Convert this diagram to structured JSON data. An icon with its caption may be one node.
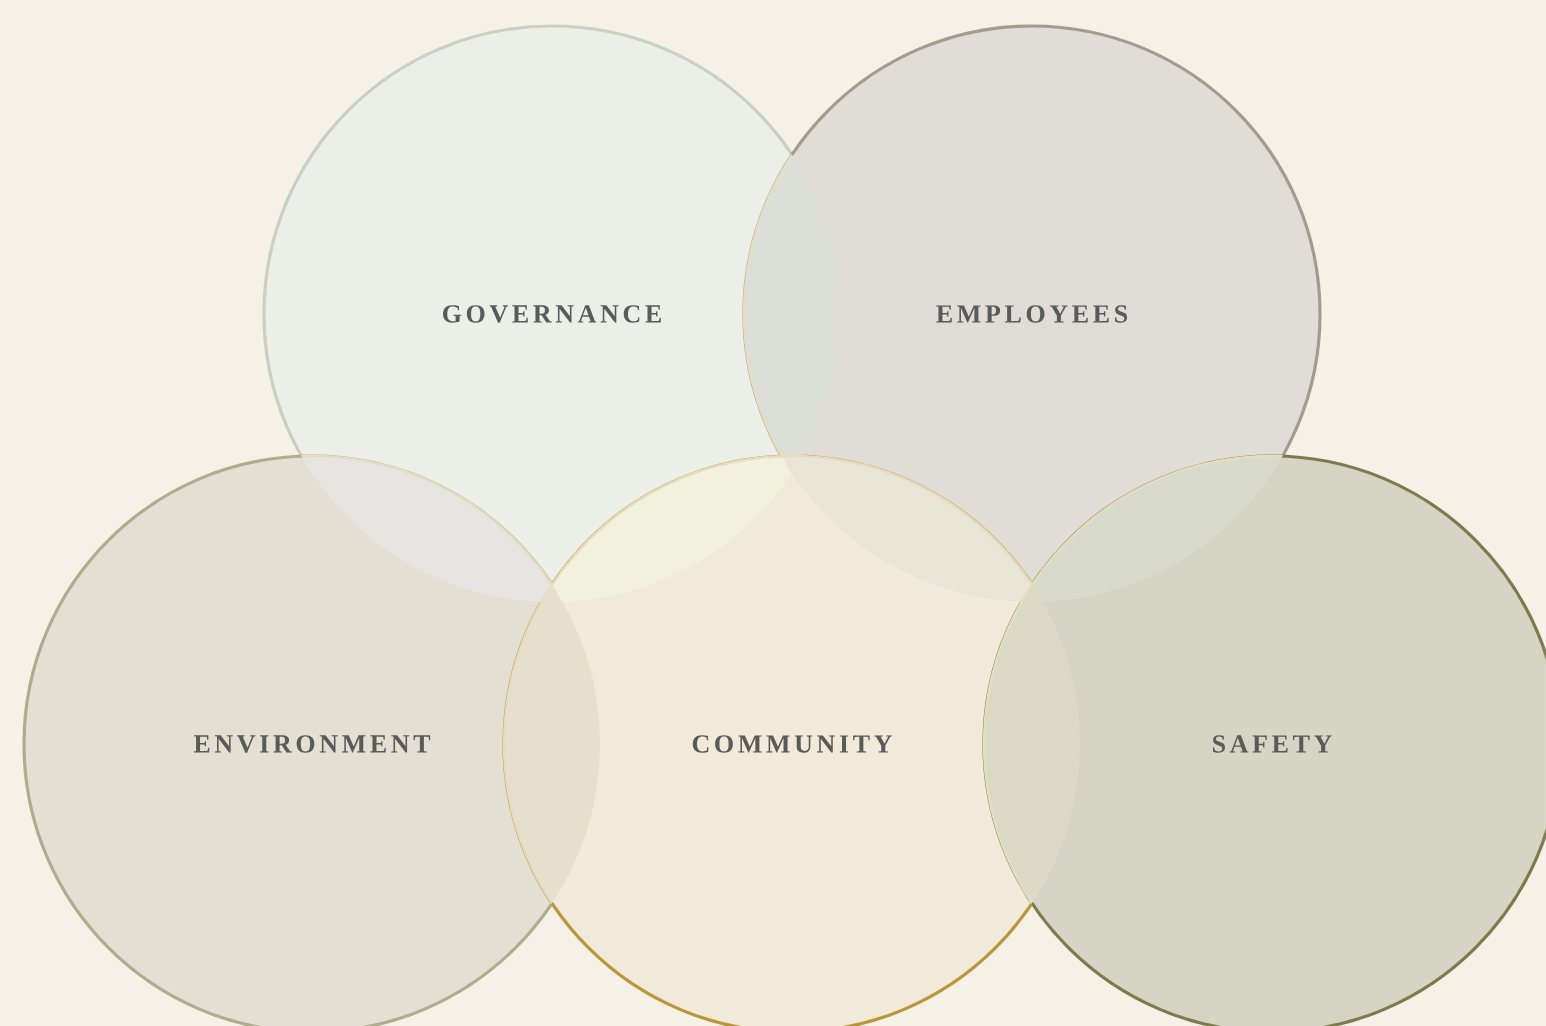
{
  "diagram": {
    "nodes": [
      {
        "text": [
          "GOVERNANCE"
        ]
      },
      {
        "text": [
          "EMPLOYEES"
        ]
      },
      {
        "text": [
          "ENVIRONMENT"
        ]
      },
      {
        "text": [
          "COMMUNITY"
        ]
      },
      {
        "text": [
          "SAFETY"
        ]
      }
    ]
  }
}
